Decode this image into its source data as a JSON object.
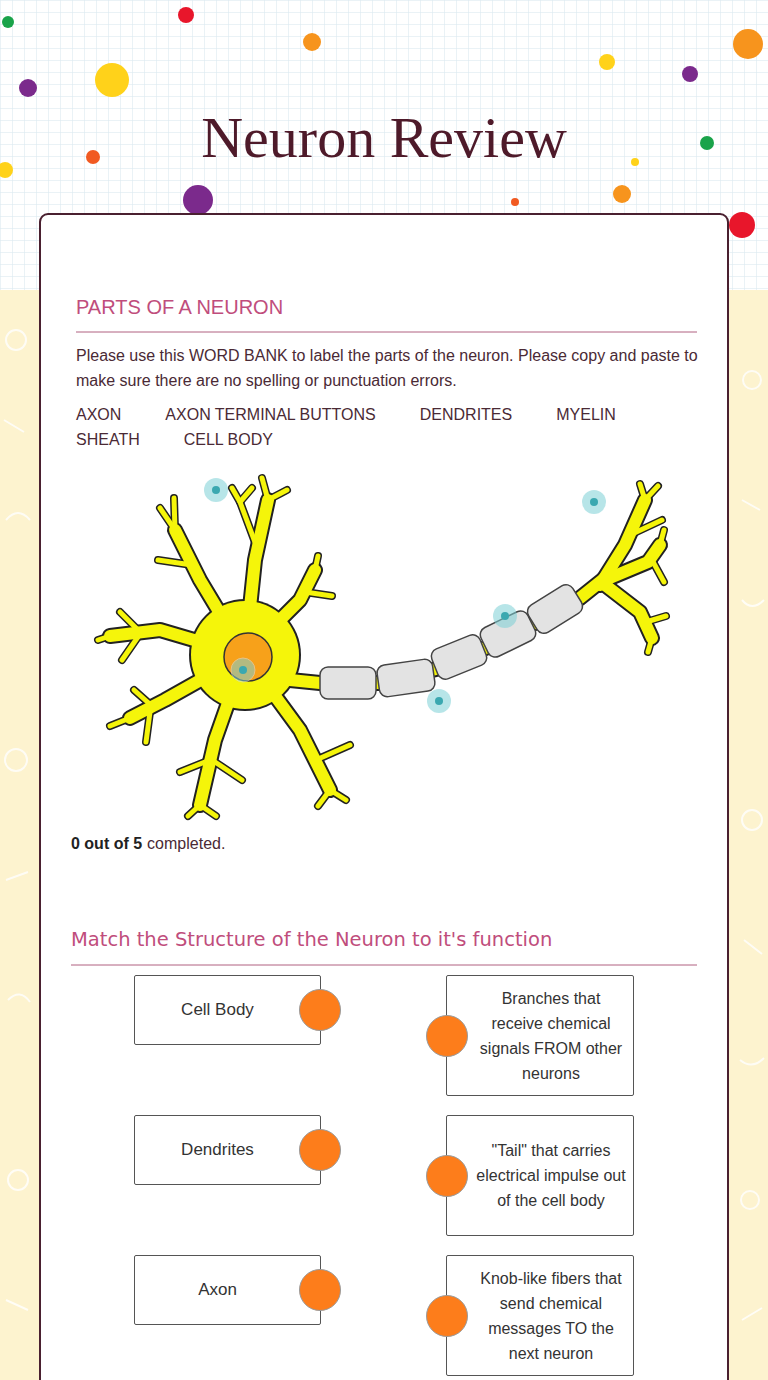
{
  "diagram": {
    "title": "Neuron Review",
    "nodes": [
      {
        "text": [
          "PARTS OF A NEURON",
          "Please use this WORD BANK to label the parts of the neuron.  Please copy and paste to make sure there are no spelling or punctuation errors.",
          "Match the Structure of the Neuron to it's function"
        ]
      },
      {
        "text": [
          "Cell Body"
        ],
        "in": 0
      },
      {
        "text": [
          "Branches that receive chemical signals FROM other neurons"
        ],
        "in": 0
      },
      {
        "text": [
          "Dendrites"
        ],
        "in": 0
      },
      {
        "text": [
          "\"Tail\" that carries electrical impulse out of the cell body"
        ],
        "in": 0
      },
      {
        "text": [
          "Axon"
        ],
        "in": 0
      },
      {
        "text": [
          "Knob-like fibers that send chemical messages TO the next neuron"
        ],
        "in": 0
      }
    ],
    "labels": [
      "AXON",
      "AXON TERMINAL BUTTONS",
      "DENDRITES",
      "MYELIN SHEATH",
      "CELL BODY",
      "0 out of 5",
      "completed."
    ]
  }
}
